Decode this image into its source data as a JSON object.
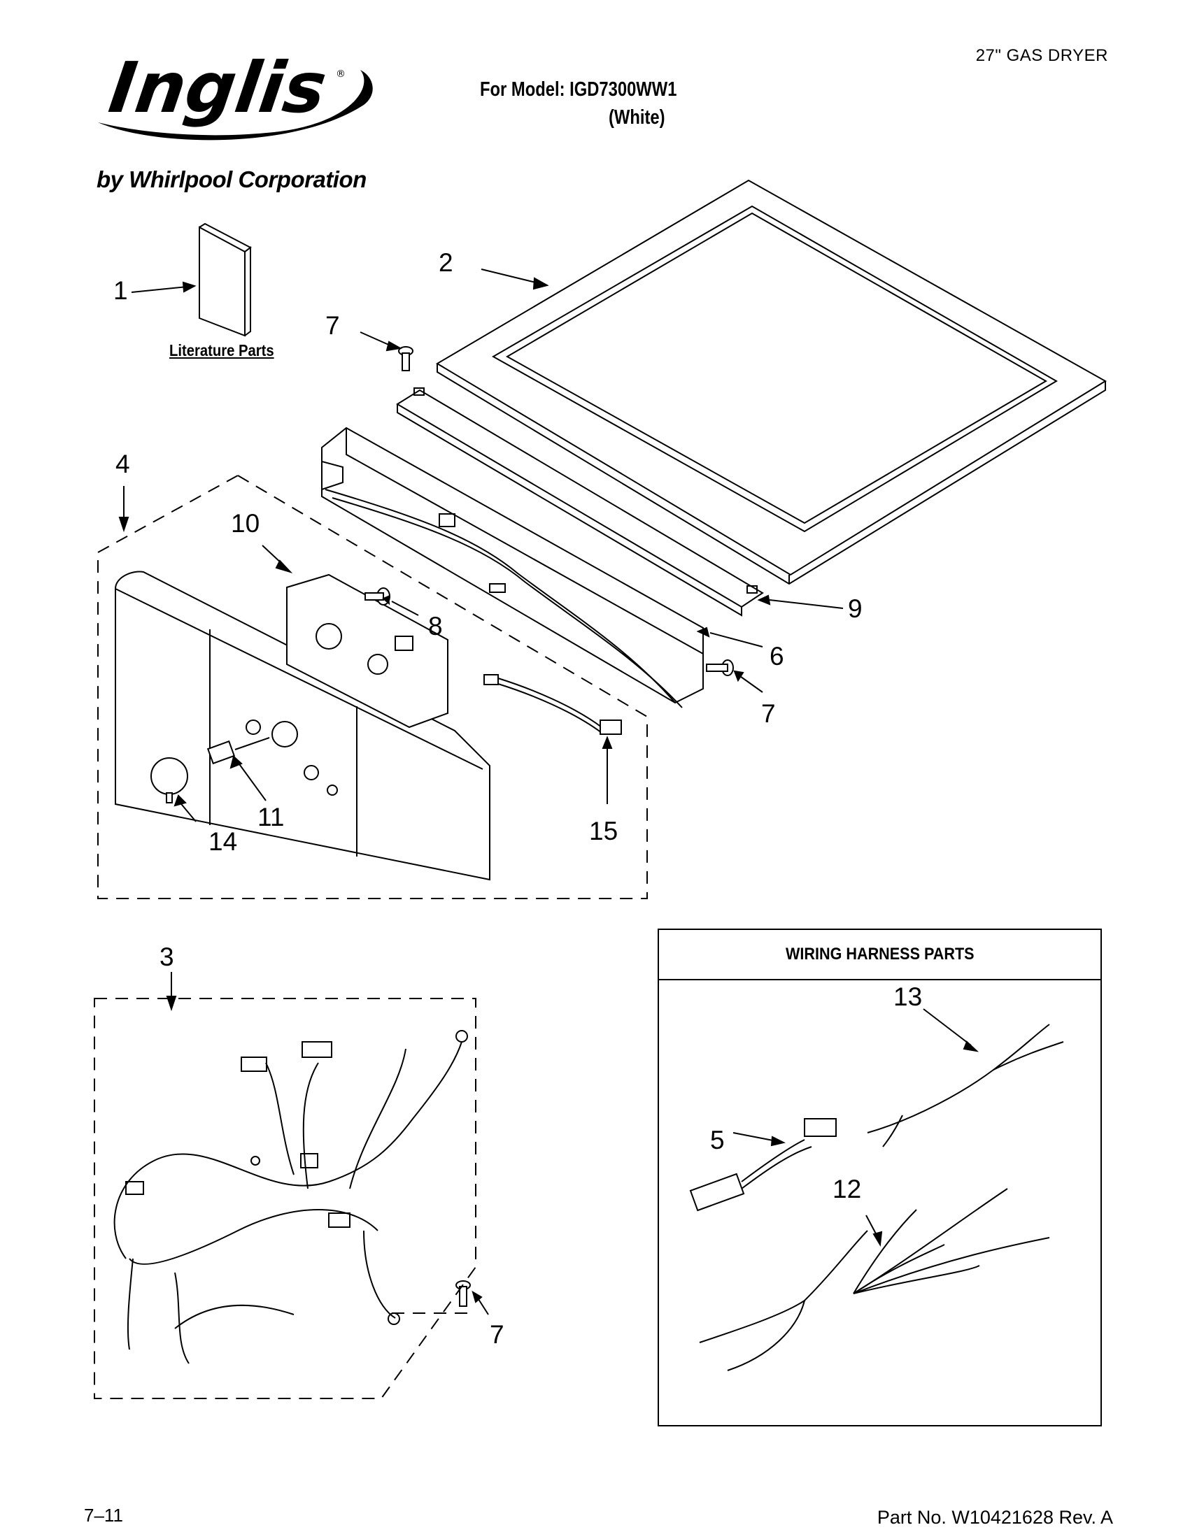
{
  "header": {
    "product_type": "27\" GAS DRYER",
    "model_label": "For Model: IGD7300WW1",
    "model_color": "(White)"
  },
  "brand": {
    "logo_text": "Inglis",
    "registered_mark": "®",
    "subline": "by Whirlpool Corporation"
  },
  "literature": {
    "label": "Literature Parts"
  },
  "callouts": {
    "c1": "1",
    "c2": "2",
    "c3": "3",
    "c4": "4",
    "c5": "5",
    "c6": "6",
    "c7a": "7",
    "c7b": "7",
    "c7c": "7",
    "c8": "8",
    "c9": "9",
    "c10": "10",
    "c11": "11",
    "c12": "12",
    "c13": "13",
    "c14": "14",
    "c15": "15"
  },
  "harness_box": {
    "title": "WIRING HARNESS PARTS"
  },
  "footer": {
    "date_code": "7–11",
    "part_number": "Part No. W10421628 Rev. A"
  }
}
